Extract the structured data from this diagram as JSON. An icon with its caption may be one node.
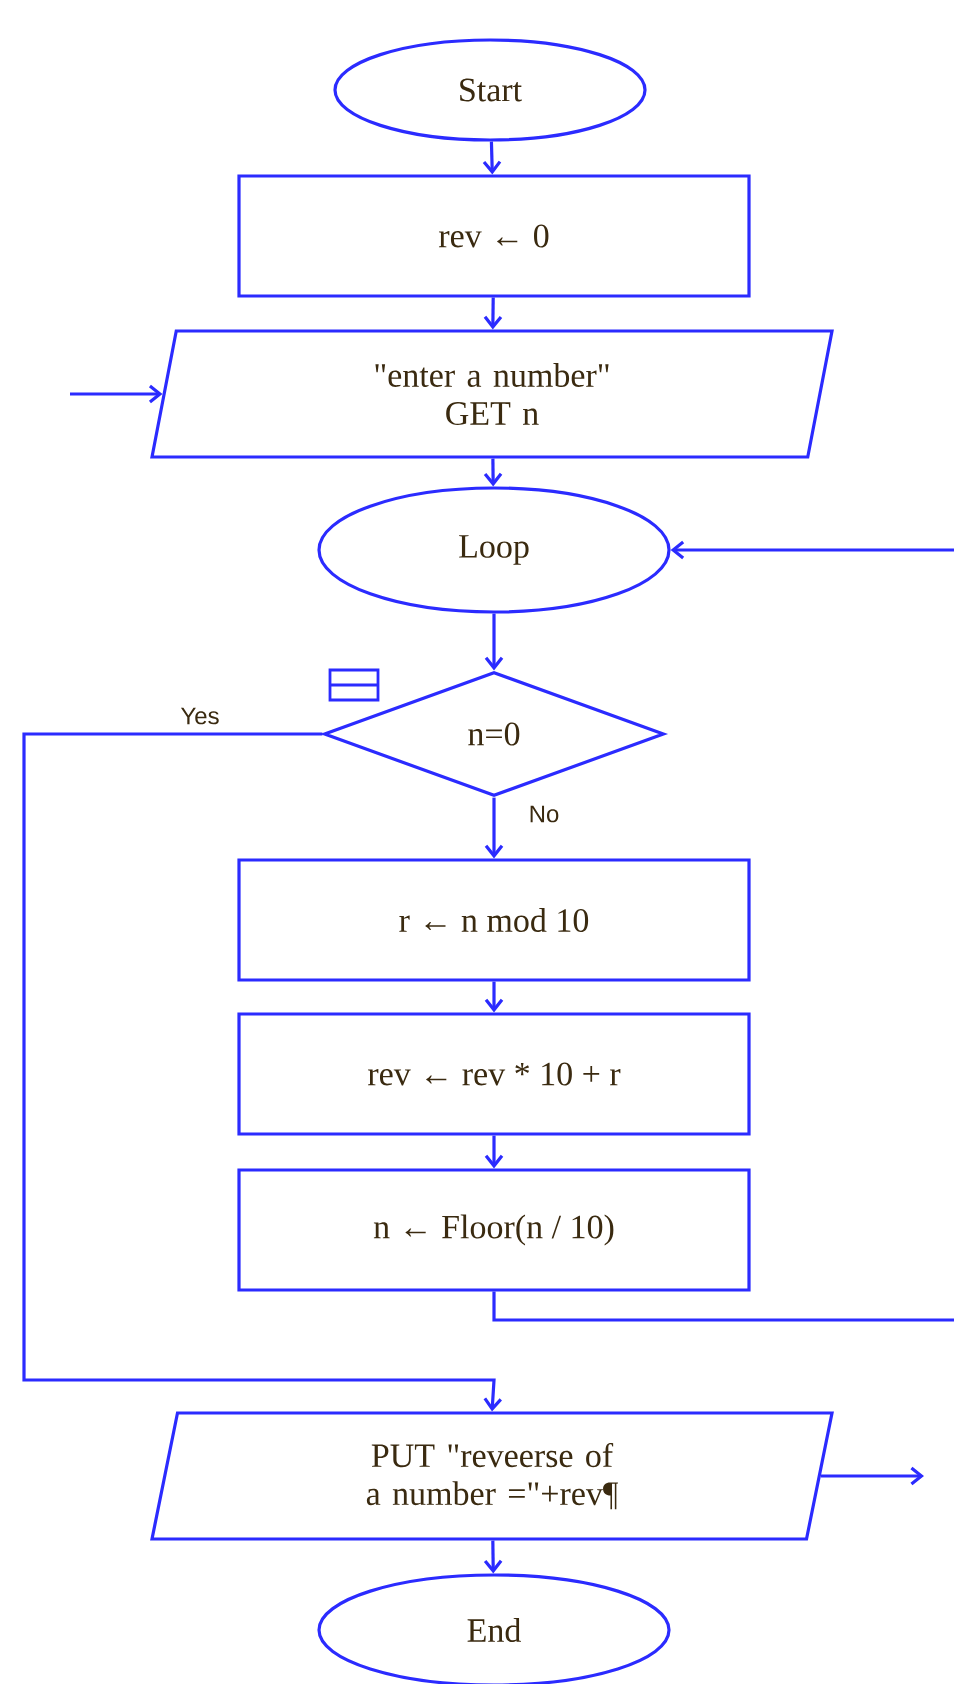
{
  "diagram": {
    "nodes": [
      {
        "text": [
          "Start"
        ]
      },
      {
        "text": [
          "rev ← 0"
        ]
      },
      {
        "text": [
          "\"enter a number\"",
          "GET n"
        ]
      },
      {
        "text": [
          "Loop"
        ]
      },
      {
        "text": [
          "n=0"
        ]
      },
      {
        "text": [
          "r ← n mod 10"
        ]
      },
      {
        "text": [
          "rev ← rev * 10 + r"
        ]
      },
      {
        "text": [
          "n ← Floor(n / 10)"
        ]
      },
      {
        "text": [
          "PUT \"reveerse of a number =\"+rev¶"
        ]
      },
      {
        "text": [
          "End"
        ]
      }
    ],
    "edges": [
      {
        "from": 0,
        "to": 1,
        "arrow": "to"
      },
      {
        "from": 1,
        "to": 2,
        "arrow": "to"
      },
      {
        "from": null,
        "to": 2,
        "arrow": "to"
      },
      {
        "from": 2,
        "to": 3,
        "arrow": "to"
      },
      {
        "from": 3,
        "to": 4,
        "arrow": "to"
      },
      {
        "from": 4,
        "to": 5,
        "arrow": "to",
        "label": "No"
      },
      {
        "from": 5,
        "to": 6,
        "arrow": "to"
      },
      {
        "from": 6,
        "to": 7,
        "arrow": "to"
      },
      {
        "from": 7,
        "to": null,
        "arrow": "none"
      },
      {
        "from": null,
        "to": 3,
        "arrow": "to"
      },
      {
        "from": 4,
        "to": 8,
        "arrow": "to",
        "label": "Yes"
      },
      {
        "from": 8,
        "to": null,
        "arrow": "to"
      },
      {
        "from": 8,
        "to": 9,
        "arrow": "to"
      }
    ]
  }
}
